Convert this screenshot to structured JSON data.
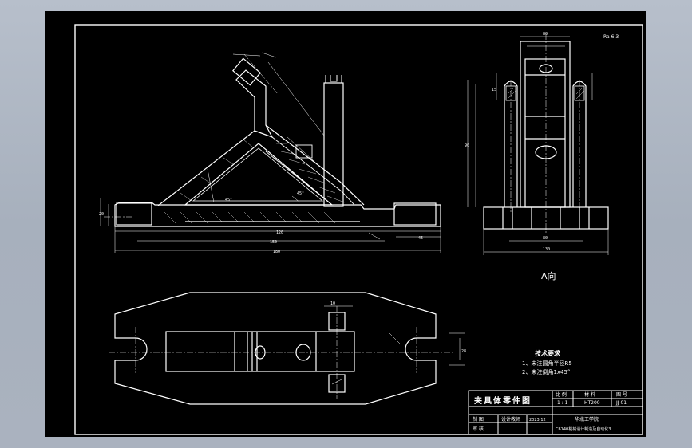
{
  "view_label": "A向",
  "roughness_mark": "Ra 6.3",
  "tech_req": {
    "title": "技术要求",
    "items": [
      "1、未注圆角半径R5",
      "2、未注倒角1x45°"
    ]
  },
  "title_block": {
    "name": "夹具体零件图",
    "ratio_label": "比 例",
    "ratio_value": "1 : 1",
    "material_label": "材 料",
    "material_value": "HT200",
    "number_label": "图 号",
    "number_value": "JJ-01",
    "designer_label": "制 图",
    "reviewer_label": "审 核",
    "supervisor_label": "设计教师",
    "date_value": "2023.12",
    "school": "华北工学院",
    "project": "C6140机械设计制造及自动化3"
  },
  "colors": {
    "background": "#000000",
    "lines": "#ffffff",
    "desktop": "#aab2bf"
  }
}
